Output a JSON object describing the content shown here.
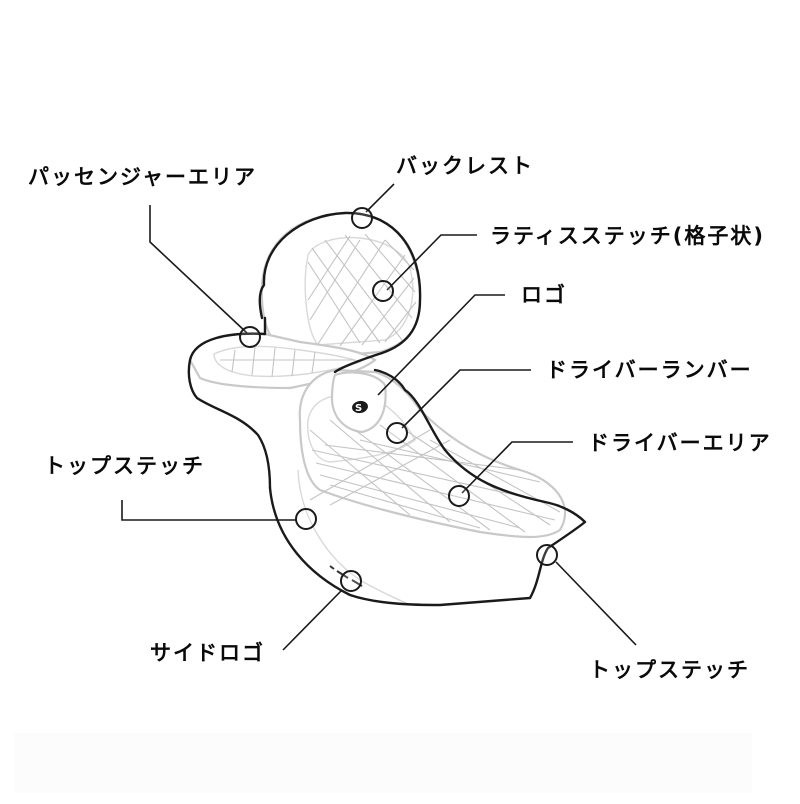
{
  "diagram": {
    "subject": "motorcycle-seat-parts",
    "callouts": [
      {
        "id": "passenger-area",
        "label": "パッセンジャーエリア"
      },
      {
        "id": "backrest",
        "label": "バックレスト"
      },
      {
        "id": "lattice-stitch",
        "label": "ラティスステッチ(格子状)"
      },
      {
        "id": "logo",
        "label": "ロゴ"
      },
      {
        "id": "driver-lumbar",
        "label": "ドライバーランバー"
      },
      {
        "id": "driver-area",
        "label": "ドライバーエリア"
      },
      {
        "id": "top-stitch-left",
        "label": "トップステッチ"
      },
      {
        "id": "side-logo",
        "label": "サイドロゴ"
      },
      {
        "id": "top-stitch-right",
        "label": "トップステッチ"
      }
    ],
    "logo_glyph": "S",
    "colors": {
      "outline": "#1a1a1a",
      "stitch": "#c4c4c4",
      "text": "#0a0a0a",
      "background": "#ffffff"
    }
  }
}
